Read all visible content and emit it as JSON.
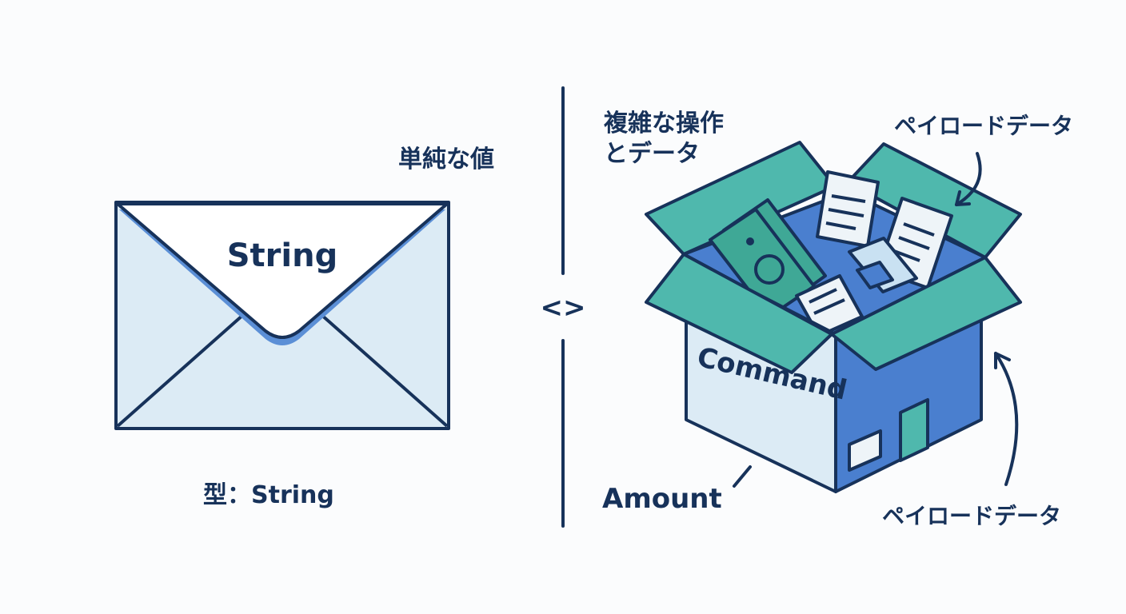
{
  "labels": {
    "simple_value": "単純な値",
    "type_string": "型：String",
    "envelope_text": "String",
    "complex_line1": "複雑な操作",
    "complex_line2": "とデータ",
    "payload_top": "ペイロードデータ",
    "payload_bottom": "ペイロードデータ",
    "box_text": "Command",
    "amount": "Amount",
    "compare_symbol": "<>"
  },
  "colors": {
    "outline": "#17325a",
    "envelope_fill": "#dcebf5",
    "envelope_accent": "#5b8fd6",
    "box_front": "#dcebf5",
    "box_side": "#4a7fcf",
    "box_flap": "#4fb8ad",
    "cash": "#3fa896",
    "paper": "#eef4f8"
  }
}
